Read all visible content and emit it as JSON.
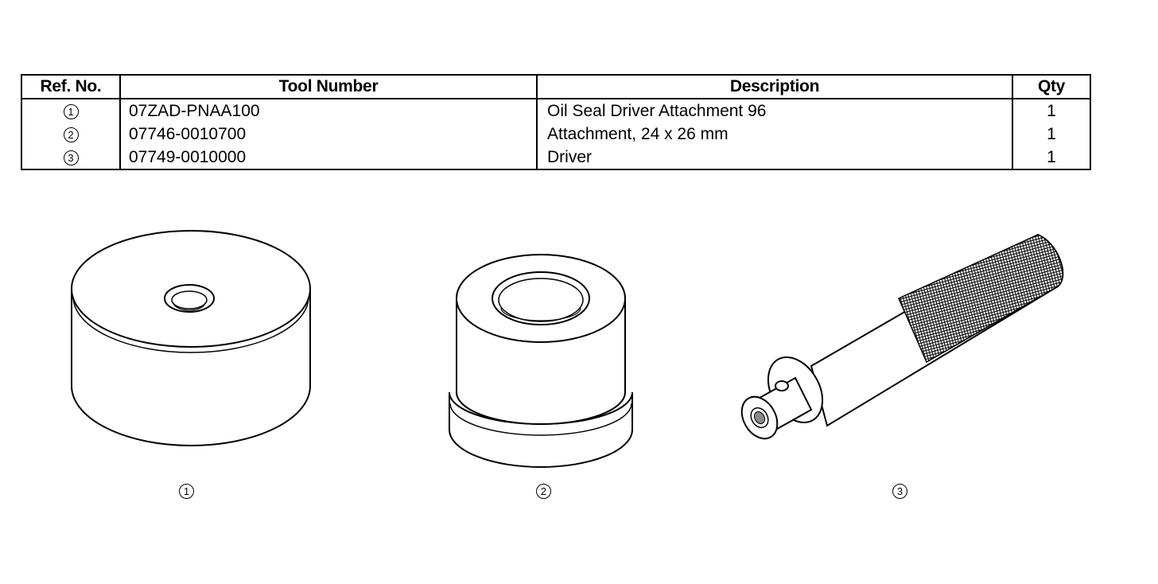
{
  "table": {
    "headers": [
      "Ref. No.",
      "Tool Number",
      "Description",
      "Qty"
    ],
    "rows": [
      {
        "ref": "1",
        "tool_number": "07ZAD-PNAA100",
        "description": "Oil Seal Driver Attachment 96",
        "qty": "1"
      },
      {
        "ref": "2",
        "tool_number": "07746-0010700",
        "description": "Attachment, 24 x 26 mm",
        "qty": "1"
      },
      {
        "ref": "3",
        "tool_number": "07749-0010000",
        "description": "Driver",
        "qty": "1"
      }
    ]
  },
  "figure_labels": [
    "1",
    "2",
    "3"
  ]
}
